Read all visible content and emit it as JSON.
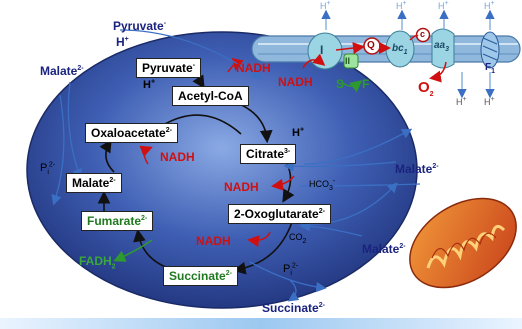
{
  "colors": {
    "matrix_blue": "#2f4a9a",
    "nadh_red": "#d01010",
    "green_label": "#1f7a1f",
    "transporter_blue": "#1a237e",
    "membrane_blue": "#8fb8dc",
    "mito_orange": "#e0641a"
  },
  "cycle": {
    "pyruvate_box": "Pyruvate",
    "pyruvate_charge": "-",
    "acetyl_coa": "Acetyl-CoA",
    "citrate": "Citrate",
    "citrate_charge": "3-",
    "oxoglutarate": "2-Oxoglutarate",
    "oxoglutarate_charge": "2-",
    "succinate": "Succinate",
    "succinate_charge": "2-",
    "fumarate": "Fumarate",
    "fumarate_charge": "2-",
    "malate": "Malate",
    "malate_charge": "2-",
    "oxaloacetate": "Oxaloacetate",
    "oxaloacetate_charge": "2-"
  },
  "cofactors": {
    "nadh": "NADH",
    "fadh2": "FADH",
    "fadh2_sub": "2",
    "co2": "CO",
    "co2_sub": "2",
    "hco3": "HCO",
    "hco3_sub": "3",
    "hco3_charge": "-",
    "h_plus": "H",
    "h_plus_charge": "+",
    "pi": "P",
    "pi_sub": "i",
    "pi_charge": "2-"
  },
  "transport": {
    "pyruvate": "Pyruvate",
    "pyruvate_charge": "-",
    "malate": "Malate",
    "malate_charge": "2-",
    "succinate": "Succinate",
    "succinate_charge": "2-"
  },
  "etc": {
    "complex_i": "I",
    "complex_ii": "II",
    "q": "Q",
    "bc1": "bc",
    "bc1_sub": "1",
    "c": "c",
    "aa3": "aa",
    "aa3_sub": "3",
    "f1": "F",
    "f1_sub": "1",
    "s": "S",
    "f": "F",
    "o2": "O",
    "o2_sub": "2",
    "nadh": "NADH"
  }
}
